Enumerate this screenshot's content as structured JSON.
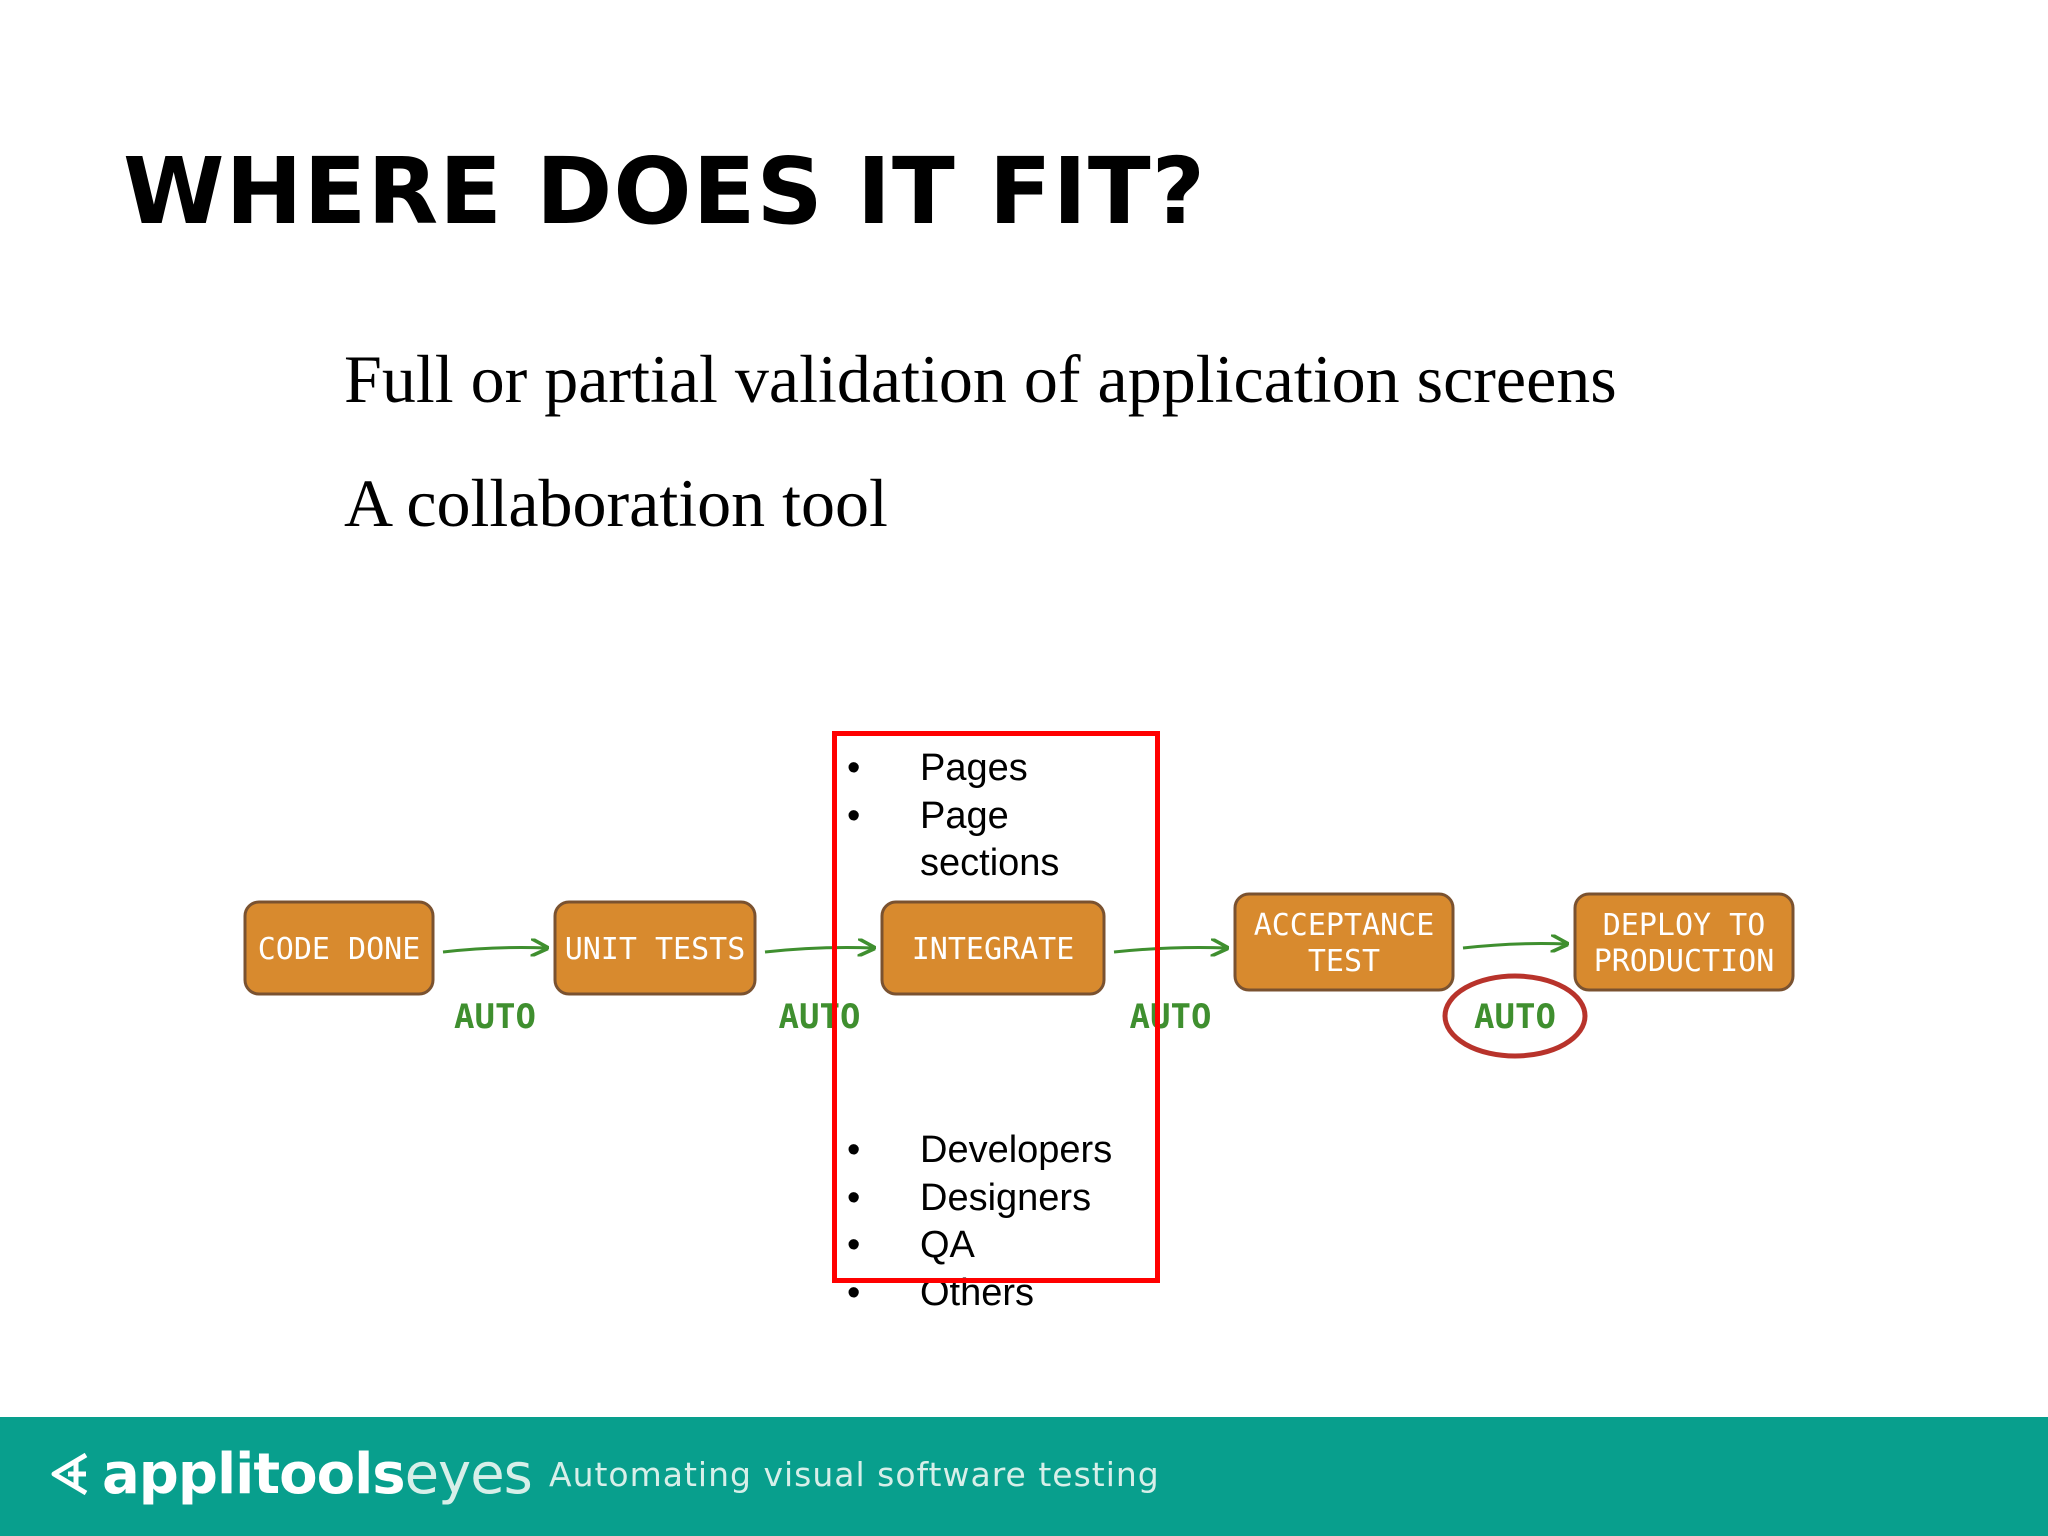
{
  "slide": {
    "title": "WHERE DOES IT FIT?",
    "body_lines": [
      "Full or partial validation of application screens",
      "A collaboration tool"
    ]
  },
  "diagram": {
    "stages": [
      {
        "lines": [
          "CODE DONE"
        ]
      },
      {
        "lines": [
          "UNIT TESTS"
        ]
      },
      {
        "lines": [
          "INTEGRATE"
        ]
      },
      {
        "lines": [
          "ACCEPTANCE",
          "TEST"
        ]
      },
      {
        "lines": [
          "DEPLOY TO",
          "PRODUCTION"
        ]
      }
    ],
    "transitions": [
      "AUTO",
      "AUTO",
      "AUTO",
      "AUTO"
    ],
    "circled_transition_index": 3,
    "colors": {
      "stage_fill": "#d88a2e",
      "stage_border": "#7a5230",
      "arrow": "#3f8f2f",
      "circle": "#b8332b",
      "highlight": "#ff0000"
    }
  },
  "highlight": {
    "top_bullets": [
      "Pages",
      "Page sections"
    ],
    "bottom_bullets": [
      "Developers",
      "Designers",
      "QA",
      "Others"
    ],
    "bullet_glyph": "•"
  },
  "footer": {
    "brand_bold": "applitools",
    "brand_light": "eyes",
    "tagline": "Automating visual software testing",
    "logo_icon": "applitools-eye-icon",
    "background": "#089f8d"
  }
}
